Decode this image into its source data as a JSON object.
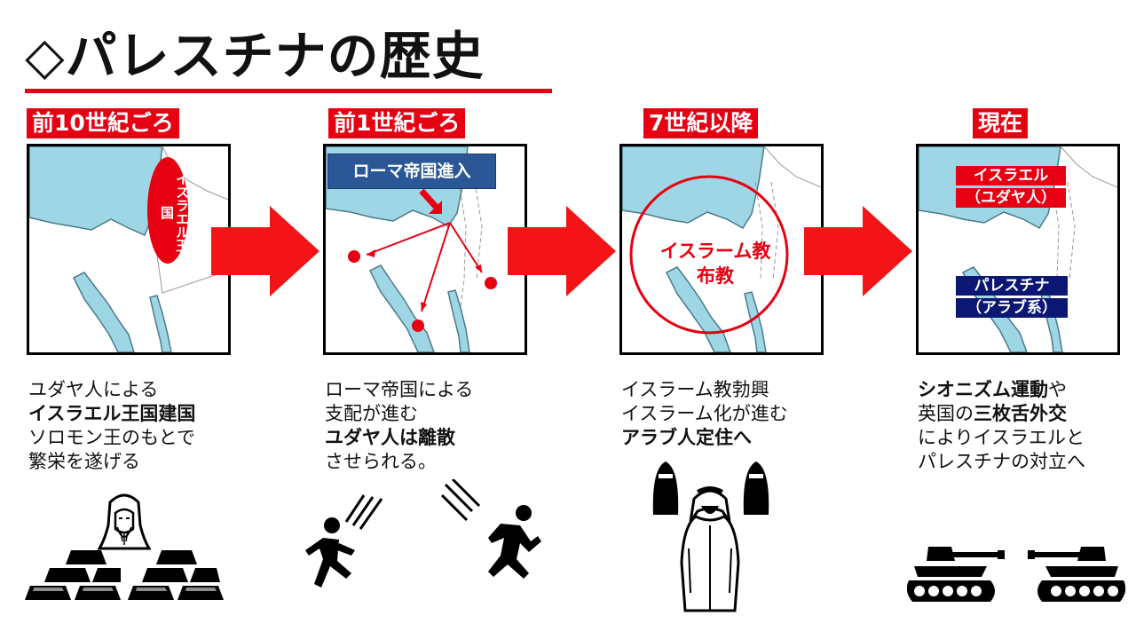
{
  "title": "◇パレスチナの歴史",
  "periods": [
    {
      "label": "前10世紀ごろ",
      "map_label": "イスラエル王国",
      "desc": [
        {
          "text": "ユダヤ人による",
          "bold": false
        },
        {
          "text": "イスラエル王国建国",
          "bold": true
        },
        {
          "text": "ソロモン王のもとで",
          "bold": false
        },
        {
          "text": "繁栄を遂げる",
          "bold": false
        }
      ]
    },
    {
      "label": "前1世紀ごろ",
      "map_label": "ローマ帝国進入",
      "desc": [
        {
          "text": "ローマ帝国による",
          "bold": false
        },
        {
          "text": "支配が進む",
          "bold": false
        },
        {
          "text": "ユダヤ人は離散",
          "bold": true
        },
        {
          "text": "させられる。",
          "bold": false
        }
      ]
    },
    {
      "label": "7世紀以降",
      "map_label_1": "イスラーム教",
      "map_label_2": "布教",
      "desc": [
        {
          "text": "イスラーム教勃興",
          "bold": false
        },
        {
          "text": "イスラーム化が進む",
          "bold": false
        },
        {
          "text": "アラブ人定住へ",
          "bold": true
        }
      ]
    },
    {
      "label": "現在",
      "map_label_1": "イスラエル",
      "map_label_2": "（ユダヤ人）",
      "map_label_3": "パレスチナ",
      "map_label_4": "（アラブ系）",
      "desc": [
        {
          "parts": [
            {
              "text": "シオニズム運動",
              "bold": true
            },
            {
              "text": "や",
              "bold": false
            }
          ]
        },
        {
          "parts": [
            {
              "text": "英国の",
              "bold": false
            },
            {
              "text": "三枚舌外交",
              "bold": true
            }
          ]
        },
        {
          "parts": [
            {
              "text": "によりイスラエルと",
              "bold": false
            }
          ]
        },
        {
          "parts": [
            {
              "text": "パレスチナの対立へ",
              "bold": false
            }
          ]
        }
      ]
    }
  ],
  "colors": {
    "accent": "#e60012",
    "sea": "#9fd6e6",
    "navy": "#0b1772",
    "blue": "#2c5797"
  },
  "icons": [
    "right-arrow-icon",
    "king-solomon-icon",
    "gold-bars-icon",
    "running-person-icon",
    "arab-people-icon",
    "tank-icon"
  ]
}
